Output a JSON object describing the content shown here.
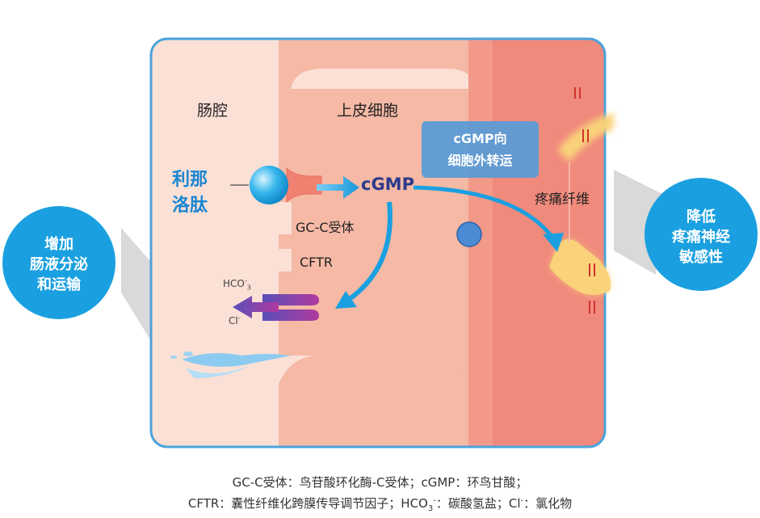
{
  "regions": {
    "lumen": "肠腔",
    "epithelium": "上皮细胞",
    "pain_fiber": "疼痛纤维"
  },
  "drug_name": [
    "利那",
    "洛肽"
  ],
  "receptor_label": "GC-C受体",
  "cftr_label": "CFTR",
  "cgmp_label": "cGMP",
  "cgmp_transport": [
    "cGMP向",
    "细胞外转运"
  ],
  "ion_labels": {
    "hco3": "HCO",
    "hco3_sup": "-",
    "hco3_sub": "3",
    "cl": "Cl",
    "cl_sup": "-"
  },
  "effect_left": [
    "增加",
    "肠液分泌",
    "和运输"
  ],
  "effect_right": [
    "降低",
    "疼痛神经",
    "敏感性"
  ],
  "caption": {
    "line1": "GC-C受体：鸟苷酸环化酶-C受体；cGMP：环鸟甘酸；",
    "line2_a": "CFTR：囊性纤维化跨膜传导调节因子；HCO",
    "line2_sub": "3",
    "line2_sup": "-",
    "line2_b": "：碳酸氢盐；Cl",
    "line2_sup2": "-",
    "line2_c": "：氯化物"
  },
  "colors": {
    "lumen": "#fbe0d6",
    "epithelium": "#f5b9a5",
    "pain_region": "#f08a7c",
    "frame": "#4aa3dc",
    "accent_blue": "#1aa0e0",
    "drug_text": "#1a86d0",
    "cgmp_text": "#2b3a8c",
    "callout_blue": "#5b9bd5",
    "nerve": "#f9d27a"
  }
}
